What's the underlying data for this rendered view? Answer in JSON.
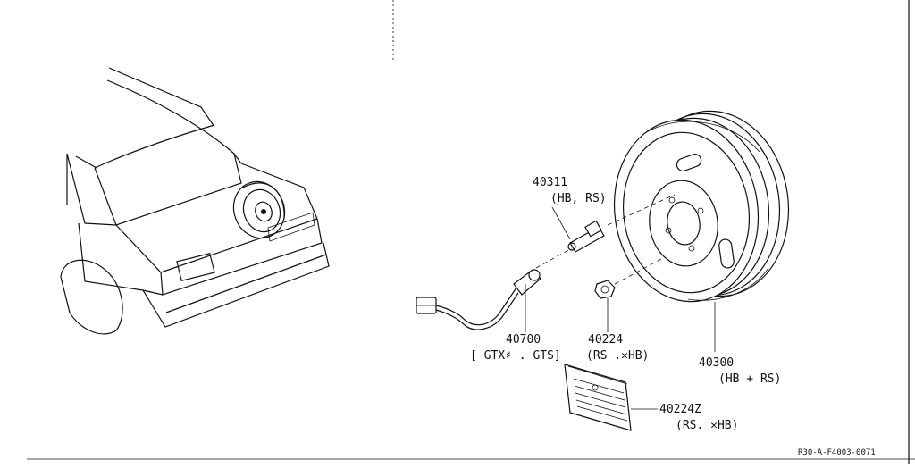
{
  "colors": {
    "ink": "#111111",
    "paper": "#ffffff"
  },
  "parts": [
    {
      "number": "40311",
      "note": "(HB, RS)"
    },
    {
      "number": "40700",
      "note": "[ GTX♯ . GTS]"
    },
    {
      "number": "40224",
      "note": "(RS .✕HB)"
    },
    {
      "number": "40300",
      "note": "(HB + RS)"
    },
    {
      "number": "40224Z",
      "note": "(RS. ✕HB)"
    }
  ],
  "diagram_code": "R30-A-F4003-0071"
}
